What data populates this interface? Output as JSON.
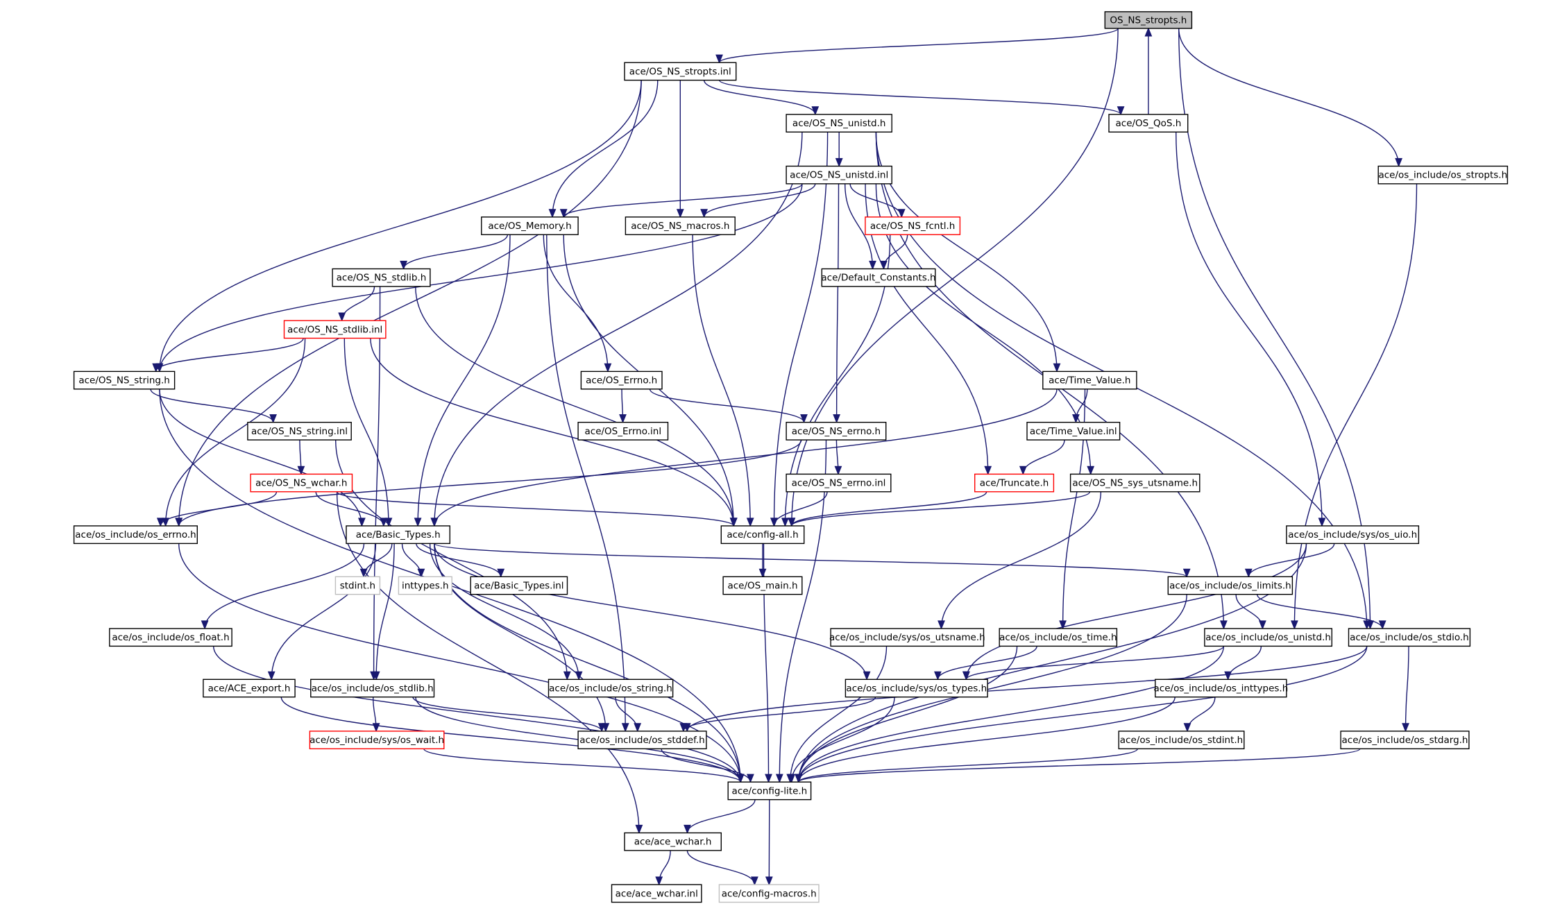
{
  "graph": {
    "root": "OS_NS_stropts.h",
    "colors": {
      "edge": "#191970",
      "node_border_normal": "#000000",
      "node_border_truncated": "#ff0000",
      "node_border_external": "#bfbfbf",
      "root_fill": "#bfbfbf",
      "node_fill": "#ffffff"
    },
    "nodes": [
      {
        "id": "n0",
        "label": "OS_NS_stropts.h",
        "kind": "root"
      },
      {
        "id": "n1",
        "label": "ace/OS_NS_stropts.inl",
        "kind": "normal"
      },
      {
        "id": "n2",
        "label": "ace/OS_NS_unistd.h",
        "kind": "normal"
      },
      {
        "id": "n3",
        "label": "ace/OS_QoS.h",
        "kind": "normal"
      },
      {
        "id": "n4",
        "label": "ace/os_include/os_stropts.h",
        "kind": "normal"
      },
      {
        "id": "n5",
        "label": "ace/OS_NS_unistd.inl",
        "kind": "normal"
      },
      {
        "id": "n6",
        "label": "ace/OS_Memory.h",
        "kind": "normal"
      },
      {
        "id": "n7",
        "label": "ace/OS_NS_macros.h",
        "kind": "normal"
      },
      {
        "id": "n8",
        "label": "ace/OS_NS_fcntl.h",
        "kind": "truncated"
      },
      {
        "id": "n9",
        "label": "ace/Default_Constants.h",
        "kind": "normal"
      },
      {
        "id": "n10",
        "label": "ace/OS_NS_stdlib.h",
        "kind": "normal"
      },
      {
        "id": "n11",
        "label": "ace/OS_NS_stdlib.inl",
        "kind": "truncated"
      },
      {
        "id": "n12",
        "label": "ace/OS_NS_string.h",
        "kind": "normal"
      },
      {
        "id": "n13",
        "label": "ace/OS_Errno.h",
        "kind": "normal"
      },
      {
        "id": "n14",
        "label": "ace/Time_Value.h",
        "kind": "normal"
      },
      {
        "id": "n15",
        "label": "ace/OS_NS_string.inl",
        "kind": "normal"
      },
      {
        "id": "n16",
        "label": "ace/OS_Errno.inl",
        "kind": "normal"
      },
      {
        "id": "n17",
        "label": "ace/OS_NS_errno.h",
        "kind": "normal"
      },
      {
        "id": "n18",
        "label": "ace/Time_Value.inl",
        "kind": "normal"
      },
      {
        "id": "n19",
        "label": "ace/OS_NS_wchar.h",
        "kind": "truncated"
      },
      {
        "id": "n20",
        "label": "ace/OS_NS_errno.inl",
        "kind": "normal"
      },
      {
        "id": "n21",
        "label": "ace/Truncate.h",
        "kind": "truncated"
      },
      {
        "id": "n22",
        "label": "ace/OS_NS_sys_utsname.h",
        "kind": "normal"
      },
      {
        "id": "n23",
        "label": "ace/os_include/os_errno.h",
        "kind": "normal"
      },
      {
        "id": "n24",
        "label": "ace/Basic_Types.h",
        "kind": "normal"
      },
      {
        "id": "n25",
        "label": "ace/config-all.h",
        "kind": "normal"
      },
      {
        "id": "n26",
        "label": "ace/os_include/sys/os_uio.h",
        "kind": "normal"
      },
      {
        "id": "n27",
        "label": "stdint.h",
        "kind": "external"
      },
      {
        "id": "n28",
        "label": "inttypes.h",
        "kind": "external"
      },
      {
        "id": "n29",
        "label": "ace/Basic_Types.inl",
        "kind": "normal"
      },
      {
        "id": "n30",
        "label": "ace/OS_main.h",
        "kind": "normal"
      },
      {
        "id": "n31",
        "label": "ace/os_include/os_limits.h",
        "kind": "normal"
      },
      {
        "id": "n32",
        "label": "ace/os_include/os_float.h",
        "kind": "normal"
      },
      {
        "id": "n33",
        "label": "ace/os_include/sys/os_utsname.h",
        "kind": "normal"
      },
      {
        "id": "n34",
        "label": "ace/os_include/os_time.h",
        "kind": "normal"
      },
      {
        "id": "n35",
        "label": "ace/os_include/os_unistd.h",
        "kind": "normal"
      },
      {
        "id": "n36",
        "label": "ace/os_include/os_stdio.h",
        "kind": "normal"
      },
      {
        "id": "n37",
        "label": "ace/ACE_export.h",
        "kind": "normal"
      },
      {
        "id": "n38",
        "label": "ace/os_include/os_stdlib.h",
        "kind": "normal"
      },
      {
        "id": "n39",
        "label": "ace/os_include/os_string.h",
        "kind": "normal"
      },
      {
        "id": "n40",
        "label": "ace/os_include/sys/os_types.h",
        "kind": "normal"
      },
      {
        "id": "n41",
        "label": "ace/os_include/os_inttypes.h",
        "kind": "normal"
      },
      {
        "id": "n42",
        "label": "ace/os_include/sys/os_wait.h",
        "kind": "truncated"
      },
      {
        "id": "n43",
        "label": "ace/os_include/os_stddef.h",
        "kind": "normal"
      },
      {
        "id": "n44",
        "label": "ace/os_include/os_stdint.h",
        "kind": "normal"
      },
      {
        "id": "n45",
        "label": "ace/os_include/os_stdarg.h",
        "kind": "normal"
      },
      {
        "id": "n46",
        "label": "ace/config-lite.h",
        "kind": "normal"
      },
      {
        "id": "n47",
        "label": "ace/ace_wchar.h",
        "kind": "normal"
      },
      {
        "id": "n48",
        "label": "ace/ace_wchar.inl",
        "kind": "normal"
      },
      {
        "id": "n49",
        "label": "ace/config-macros.h",
        "kind": "external"
      }
    ],
    "edges": [
      [
        "n0",
        "n1"
      ],
      [
        "n0",
        "n25"
      ],
      [
        "n0",
        "n4"
      ],
      [
        "n0",
        "n36"
      ],
      [
        "n1",
        "n2"
      ],
      [
        "n1",
        "n3"
      ],
      [
        "n1",
        "n6"
      ],
      [
        "n1",
        "n7"
      ],
      [
        "n1",
        "n12"
      ],
      [
        "n1",
        "n23"
      ],
      [
        "n3",
        "n0"
      ],
      [
        "n3",
        "n26"
      ],
      [
        "n2",
        "n24"
      ],
      [
        "n2",
        "n25"
      ],
      [
        "n2",
        "n5"
      ],
      [
        "n2",
        "n14"
      ],
      [
        "n2",
        "n35"
      ],
      [
        "n2",
        "n36"
      ],
      [
        "n4",
        "n35"
      ],
      [
        "n5",
        "n6"
      ],
      [
        "n5",
        "n7"
      ],
      [
        "n5",
        "n8"
      ],
      [
        "n5",
        "n9"
      ],
      [
        "n5",
        "n12"
      ],
      [
        "n5",
        "n17"
      ],
      [
        "n5",
        "n21"
      ],
      [
        "n5",
        "n22"
      ],
      [
        "n6",
        "n10"
      ],
      [
        "n6",
        "n13"
      ],
      [
        "n6",
        "n24"
      ],
      [
        "n6",
        "n43"
      ],
      [
        "n6",
        "n25"
      ],
      [
        "n7",
        "n25"
      ],
      [
        "n8",
        "n9"
      ],
      [
        "n8",
        "n25"
      ],
      [
        "n10",
        "n11"
      ],
      [
        "n10",
        "n38"
      ],
      [
        "n10",
        "n25"
      ],
      [
        "n11",
        "n12"
      ],
      [
        "n11",
        "n23"
      ],
      [
        "n11",
        "n24"
      ],
      [
        "n11",
        "n25"
      ],
      [
        "n12",
        "n15"
      ],
      [
        "n12",
        "n24"
      ],
      [
        "n12",
        "n46"
      ],
      [
        "n13",
        "n16"
      ],
      [
        "n13",
        "n17"
      ],
      [
        "n14",
        "n18"
      ],
      [
        "n14",
        "n24"
      ],
      [
        "n14",
        "n34"
      ],
      [
        "n15",
        "n19"
      ],
      [
        "n15",
        "n39"
      ],
      [
        "n17",
        "n20"
      ],
      [
        "n17",
        "n23"
      ],
      [
        "n17",
        "n46"
      ],
      [
        "n18",
        "n21"
      ],
      [
        "n19",
        "n24"
      ],
      [
        "n19",
        "n23"
      ],
      [
        "n19",
        "n25"
      ],
      [
        "n19",
        "n47"
      ],
      [
        "n20",
        "n25"
      ],
      [
        "n21",
        "n25"
      ],
      [
        "n22",
        "n25"
      ],
      [
        "n22",
        "n33"
      ],
      [
        "n23",
        "n46"
      ],
      [
        "n24",
        "n27"
      ],
      [
        "n24",
        "n28"
      ],
      [
        "n24",
        "n29"
      ],
      [
        "n24",
        "n31"
      ],
      [
        "n24",
        "n32"
      ],
      [
        "n24",
        "n37"
      ],
      [
        "n24",
        "n38"
      ],
      [
        "n24",
        "n39"
      ],
      [
        "n24",
        "n40"
      ],
      [
        "n24",
        "n43"
      ],
      [
        "n24",
        "n46"
      ],
      [
        "n25",
        "n30"
      ],
      [
        "n25",
        "n46"
      ],
      [
        "n26",
        "n31"
      ],
      [
        "n26",
        "n40"
      ],
      [
        "n26",
        "n46"
      ],
      [
        "n31",
        "n35"
      ],
      [
        "n31",
        "n36"
      ],
      [
        "n31",
        "n46"
      ],
      [
        "n32",
        "n46"
      ],
      [
        "n33",
        "n46"
      ],
      [
        "n34",
        "n40"
      ],
      [
        "n34",
        "n46"
      ],
      [
        "n35",
        "n40"
      ],
      [
        "n35",
        "n41"
      ],
      [
        "n35",
        "n46"
      ],
      [
        "n36",
        "n43"
      ],
      [
        "n36",
        "n45"
      ],
      [
        "n36",
        "n46"
      ],
      [
        "n37",
        "n46"
      ],
      [
        "n38",
        "n42"
      ],
      [
        "n38",
        "n43"
      ],
      [
        "n38",
        "n46"
      ],
      [
        "n39",
        "n43"
      ],
      [
        "n40",
        "n43"
      ],
      [
        "n40",
        "n46"
      ],
      [
        "n41",
        "n44"
      ],
      [
        "n41",
        "n46"
      ],
      [
        "n42",
        "n46"
      ],
      [
        "n43",
        "n46"
      ],
      [
        "n44",
        "n46"
      ],
      [
        "n45",
        "n46"
      ],
      [
        "n46",
        "n47"
      ],
      [
        "n46",
        "n49"
      ],
      [
        "n47",
        "n48"
      ],
      [
        "n47",
        "n49"
      ]
    ]
  }
}
